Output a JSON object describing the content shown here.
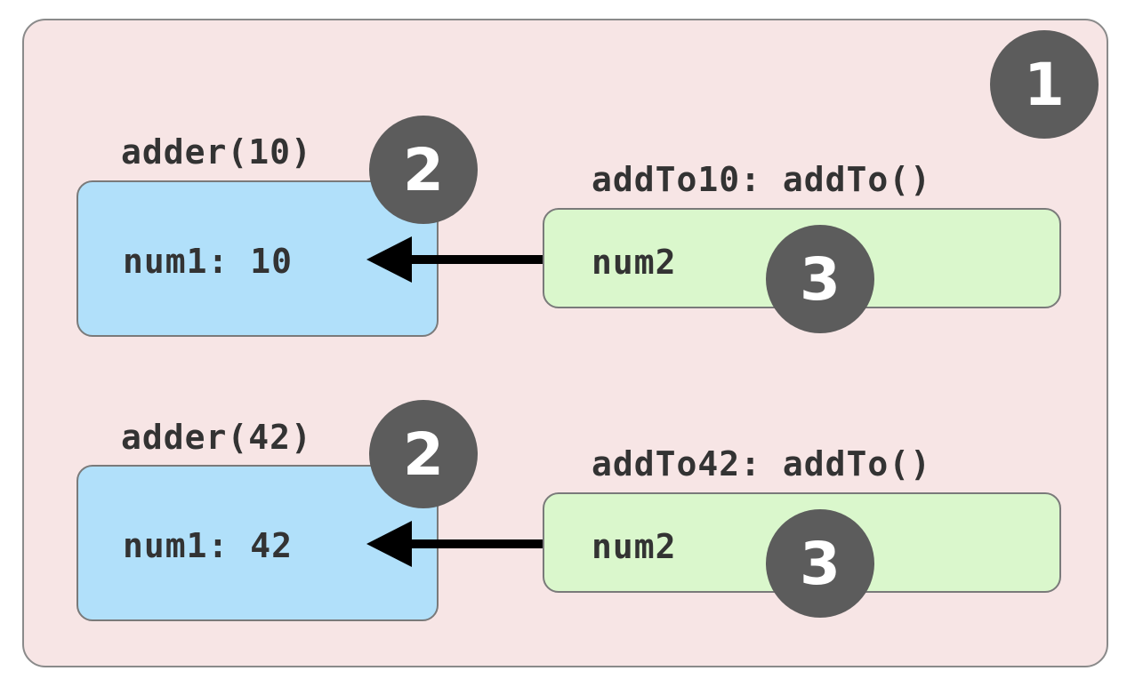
{
  "colors": {
    "outer_bg": "#f7e5e5",
    "adder_box": "#b1e0fa",
    "addto_box": "#daf7cc",
    "badge": "#5c5c5c",
    "arrow": "#000000"
  },
  "outer": {
    "badge": "1"
  },
  "closures": [
    {
      "adder_label": "adder(10)",
      "adder_badge": "2",
      "num1_text": "num1: 10",
      "addto_label": "addTo10: addTo()",
      "num2_text": "num2",
      "addto_badge": "3"
    },
    {
      "adder_label": "adder(42)",
      "adder_badge": "2",
      "num1_text": "num1: 42",
      "addto_label": "addTo42: addTo()",
      "num2_text": "num2",
      "addto_badge": "3"
    }
  ]
}
